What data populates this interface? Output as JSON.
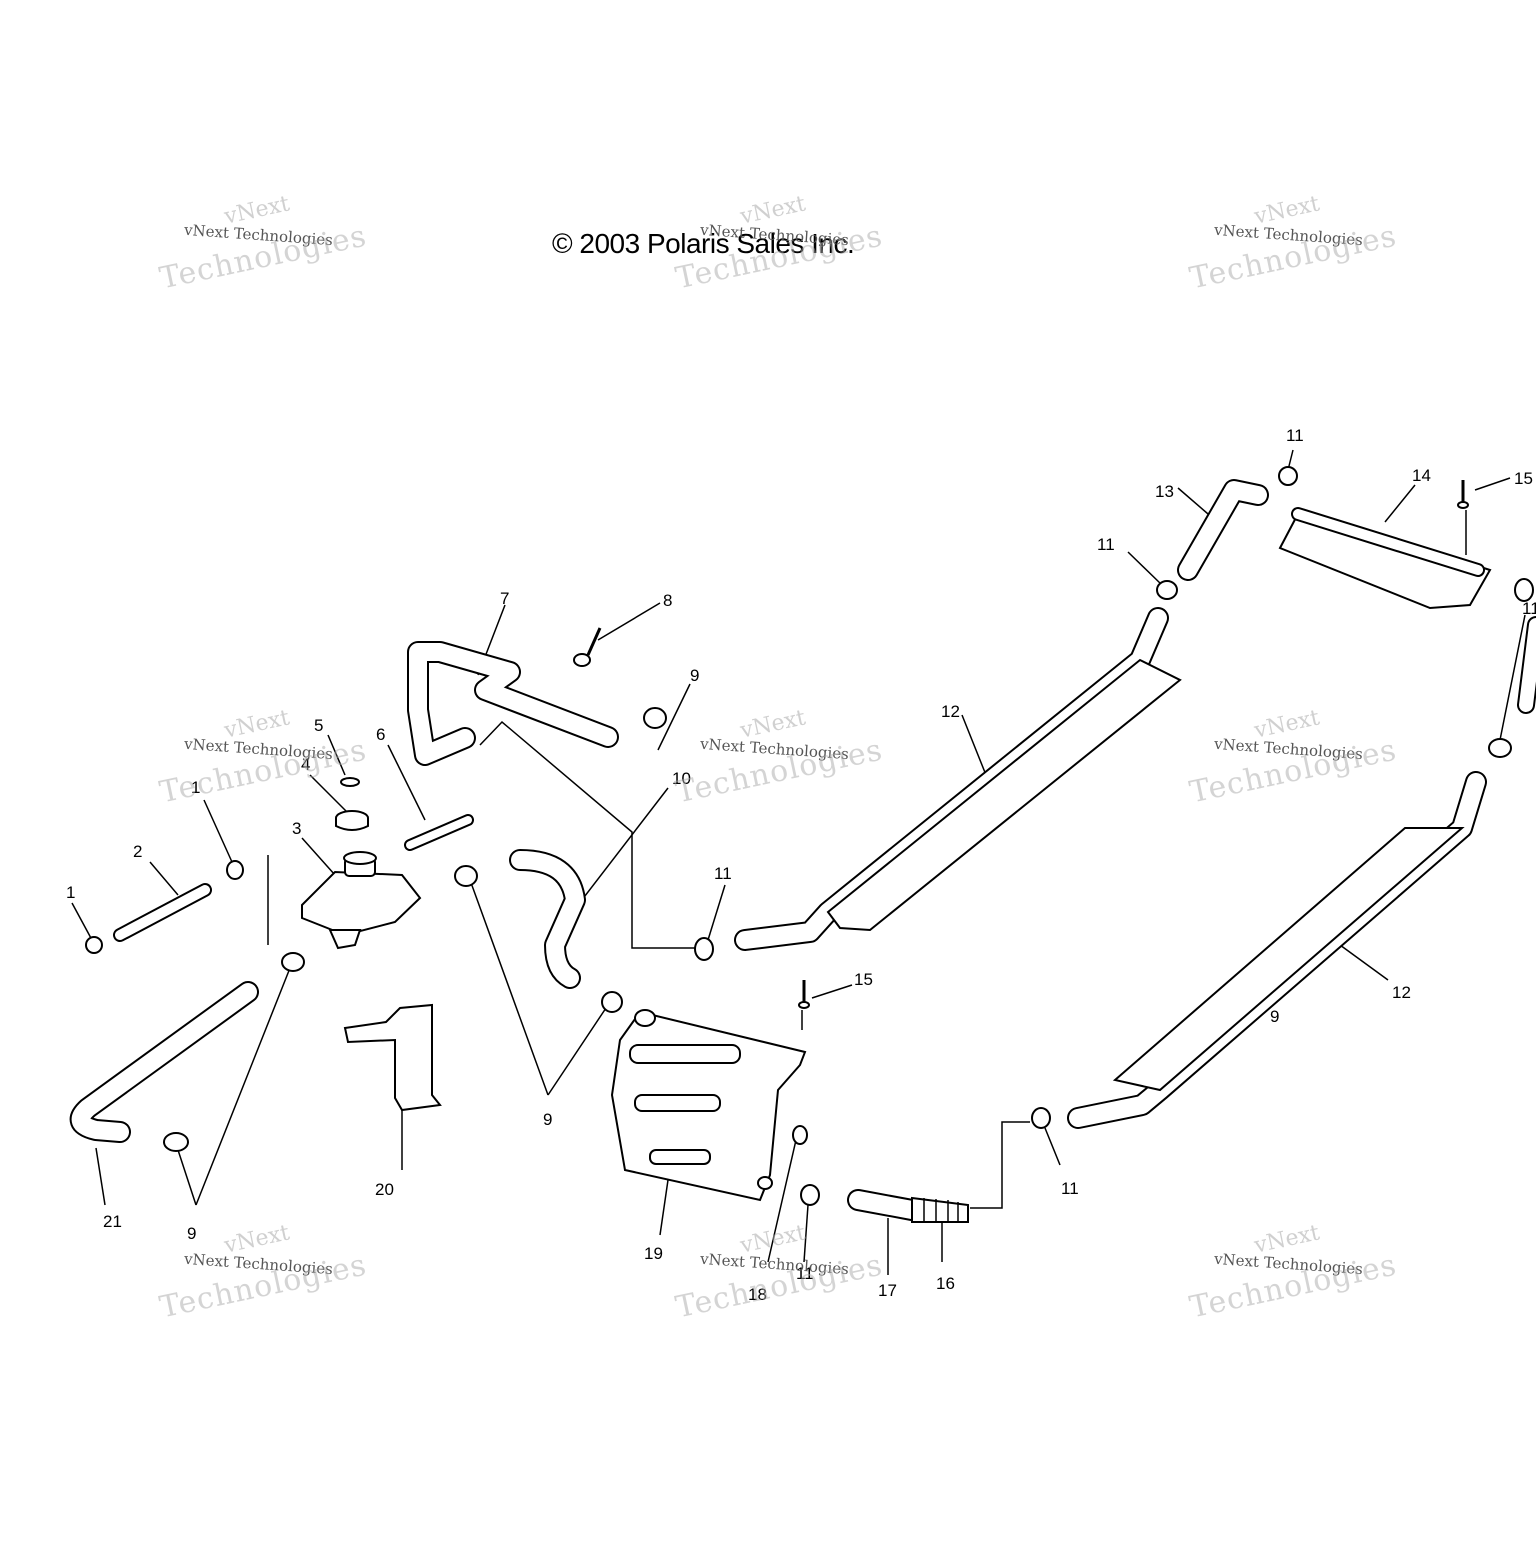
{
  "copyright": "© 2003 Polaris Sales Inc.",
  "watermark": {
    "line1": "vNext",
    "line2": "vNext Technologies",
    "line3": "Technologies"
  },
  "callouts": [
    "1",
    "1",
    "2",
    "3",
    "4",
    "5",
    "6",
    "7",
    "8",
    "9",
    "9",
    "9",
    "9",
    "10",
    "11",
    "11",
    "11",
    "11",
    "11",
    "11",
    "12",
    "12",
    "13",
    "14",
    "15",
    "15",
    "16",
    "17",
    "18",
    "19",
    "20",
    "21"
  ]
}
